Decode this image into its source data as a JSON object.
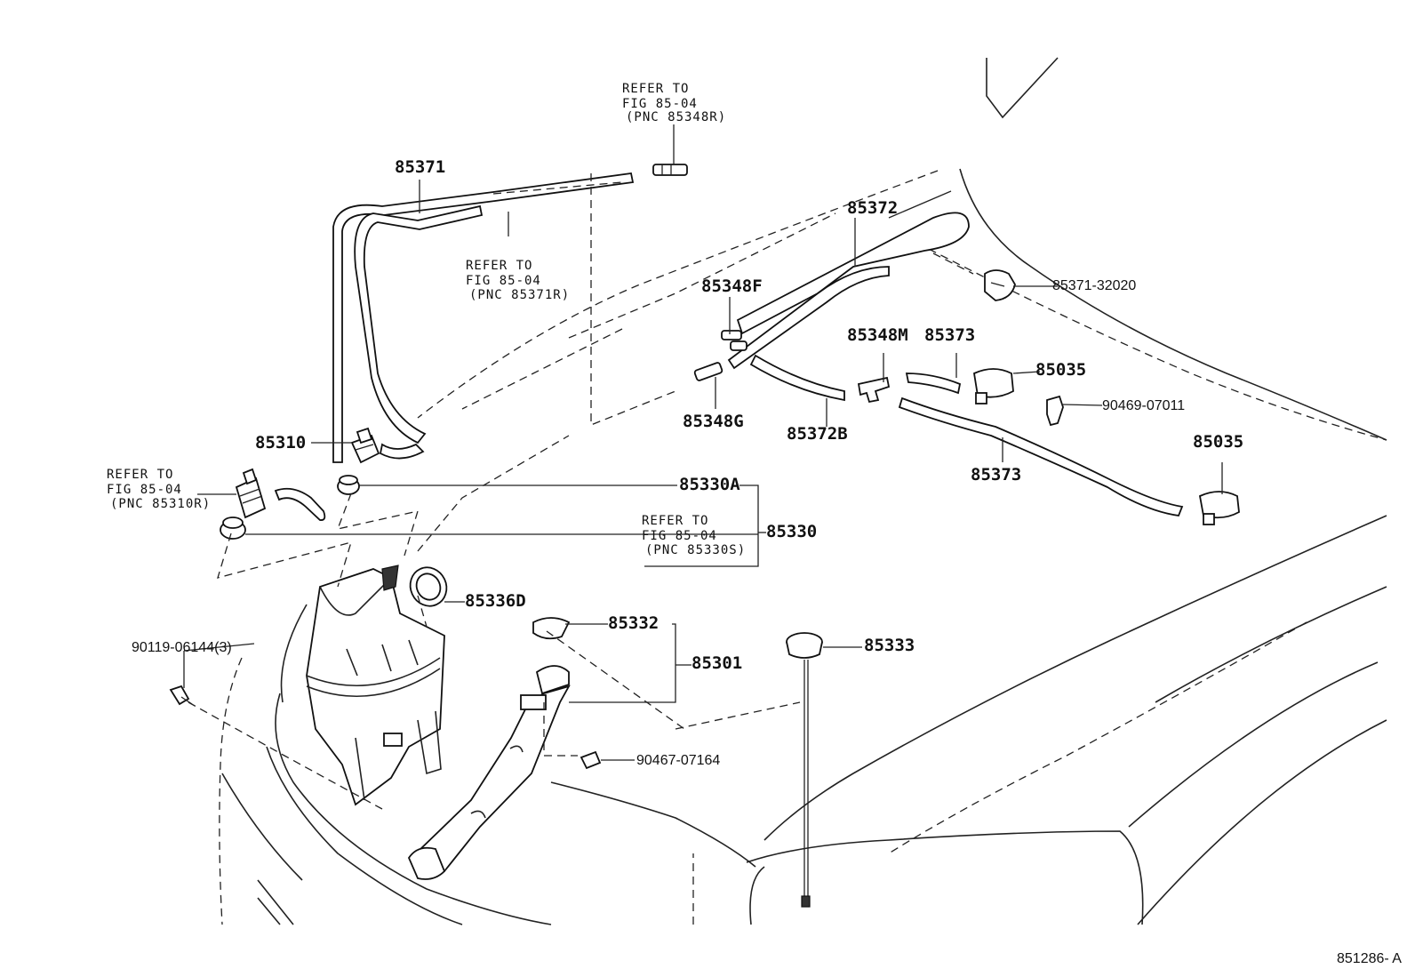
{
  "labels": {
    "p85371": "85371",
    "p85372": "85372",
    "p85348F": "85348F",
    "p85348M": "85348M",
    "p85373_top": "85373",
    "p85371_32020": "85371-32020",
    "p85035_top": "85035",
    "p90469": "90469-07011",
    "p85348G": "85348G",
    "p85372B": "85372B",
    "p85373_bottom": "85373",
    "p85035_bottom": "85035",
    "p85310": "85310",
    "p85330A": "85330A",
    "p85330": "85330",
    "p85336D": "85336D",
    "p85332": "85332",
    "p85301": "85301",
    "p85333": "85333",
    "p90119": "90119-06144(3)",
    "p90467": "90467-07164"
  },
  "references": {
    "ref_top": [
      "REFER TO",
      "FIG 85-04",
      "(PNC 85348R)"
    ],
    "ref_mid": [
      "REFER TO",
      "FIG 85-04",
      "(PNC 85371R)"
    ],
    "ref_left": [
      "REFER TO",
      "FIG 85-04",
      "(PNC 85310R)"
    ],
    "ref_low": [
      "REFER TO",
      "FIG 85-04",
      "(PNC 85330S)"
    ]
  },
  "diagram_code": "851286- A"
}
